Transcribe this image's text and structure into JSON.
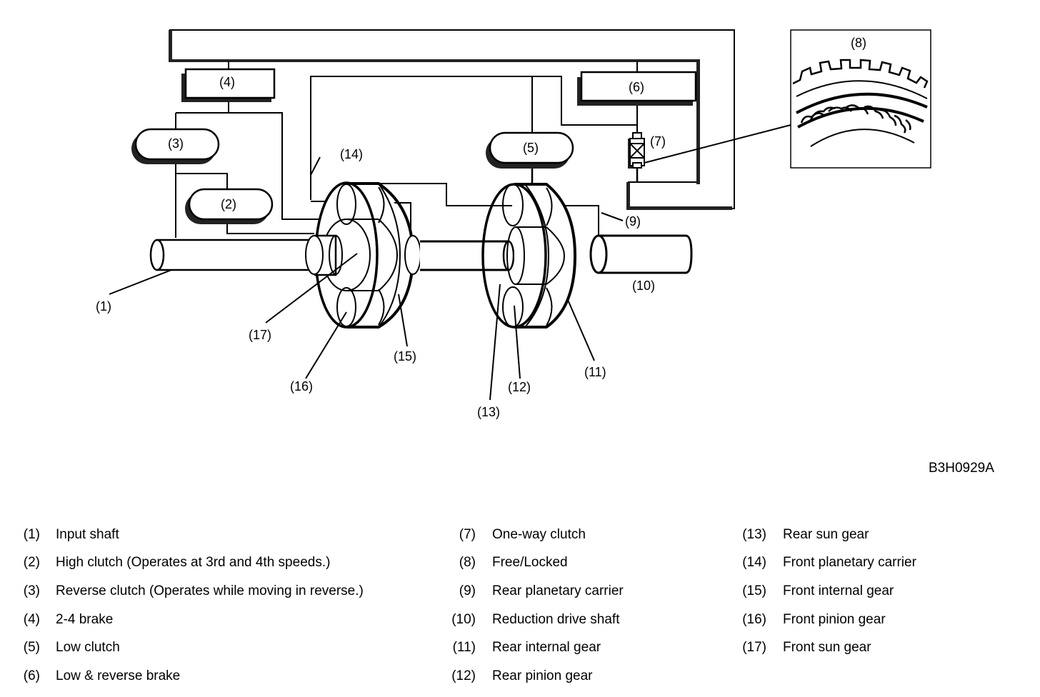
{
  "figure": {
    "code": "B3H0929A",
    "callouts": {
      "c1": "(1)",
      "c2": "(2)",
      "c3": "(3)",
      "c4": "(4)",
      "c5": "(5)",
      "c6": "(6)",
      "c7": "(7)",
      "c8": "(8)",
      "c9": "(9)",
      "c10": "(10)",
      "c11": "(11)",
      "c12": "(12)",
      "c13": "(13)",
      "c14": "(14)",
      "c15": "(15)",
      "c16": "(16)",
      "c17": "(17)"
    }
  },
  "legend": {
    "columns": [
      [
        {
          "num": "(1)",
          "label": "Input shaft"
        },
        {
          "num": "(2)",
          "label": "High clutch (Operates at 3rd and 4th speeds.)"
        },
        {
          "num": "(3)",
          "label": "Reverse clutch (Operates while moving in reverse.)"
        },
        {
          "num": "(4)",
          "label": "2-4 brake"
        },
        {
          "num": "(5)",
          "label": "Low clutch"
        },
        {
          "num": "(6)",
          "label": "Low & reverse brake"
        }
      ],
      [
        {
          "num": "(7)",
          "label": "One-way clutch"
        },
        {
          "num": "(8)",
          "label": "Free/Locked"
        },
        {
          "num": "(9)",
          "label": "Rear planetary carrier"
        },
        {
          "num": "(10)",
          "label": "Reduction drive shaft"
        },
        {
          "num": "(11)",
          "label": "Rear internal gear"
        },
        {
          "num": "(12)",
          "label": "Rear pinion gear"
        }
      ],
      [
        {
          "num": "(13)",
          "label": "Rear sun gear"
        },
        {
          "num": "(14)",
          "label": "Front planetary carrier"
        },
        {
          "num": "(15)",
          "label": "Front internal gear"
        },
        {
          "num": "(16)",
          "label": "Front pinion gear"
        },
        {
          "num": "(17)",
          "label": "Front sun gear"
        }
      ]
    ]
  }
}
